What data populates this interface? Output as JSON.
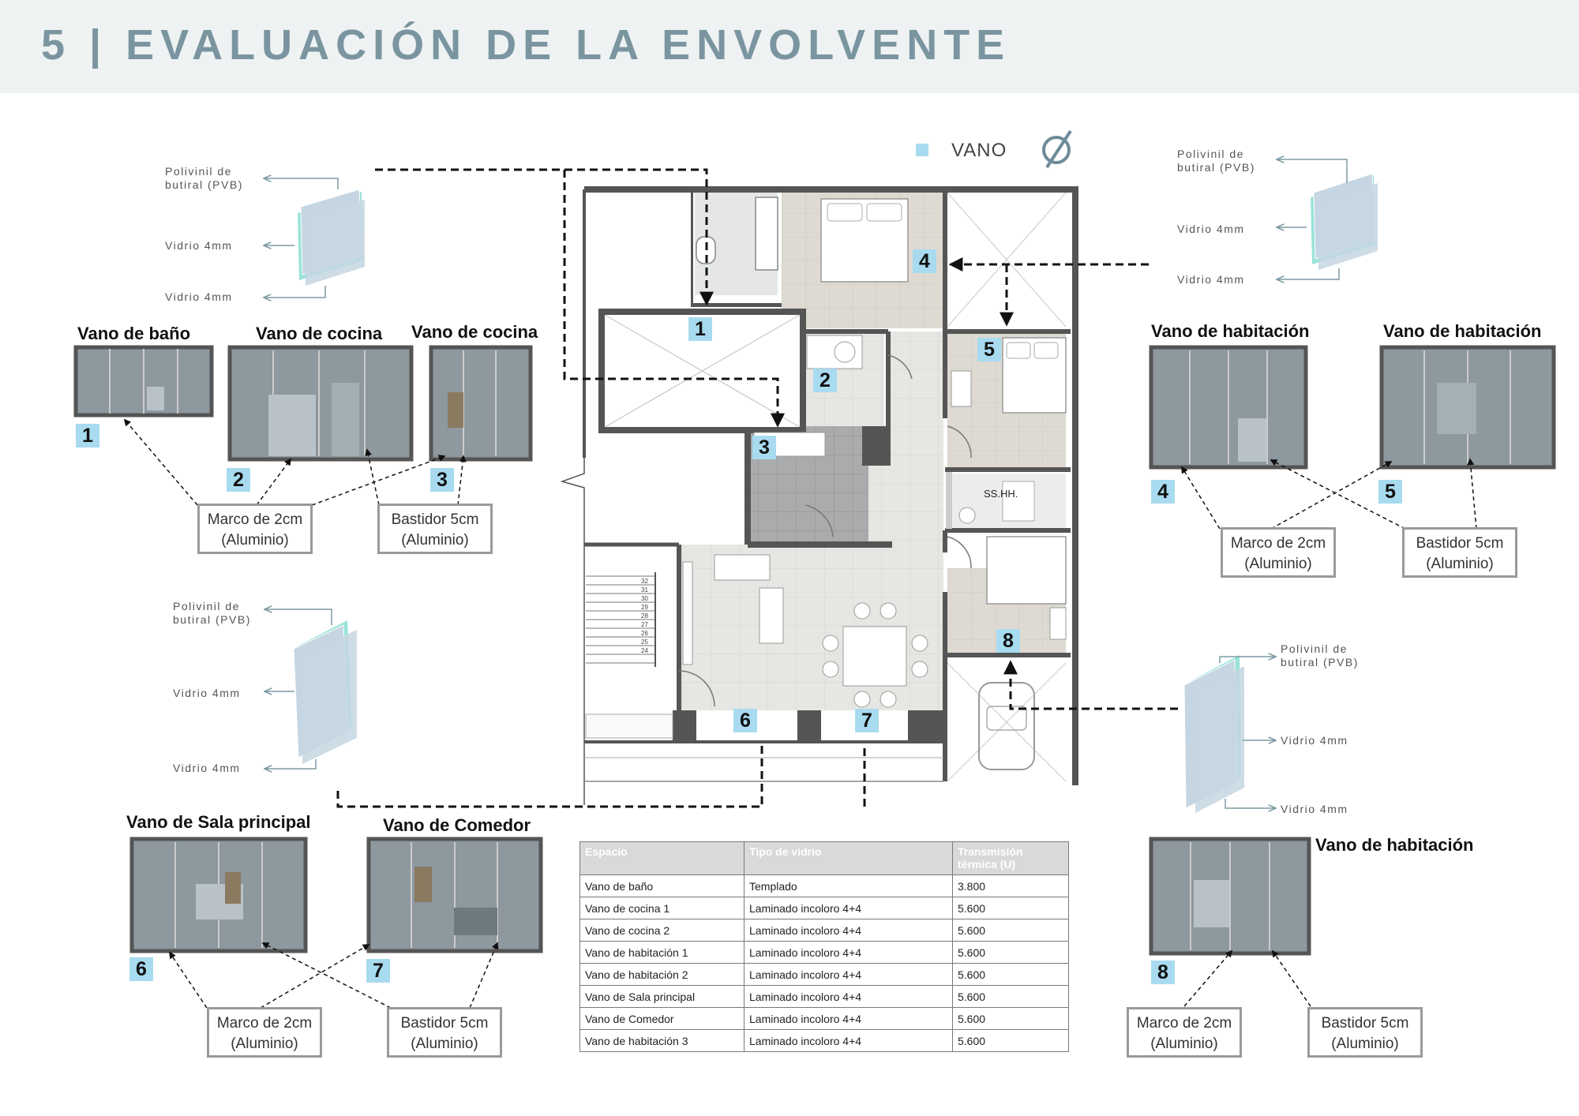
{
  "header": {
    "title": "5 | EVALUACIÓN DE LA ENVOLVENTE"
  },
  "legend": {
    "label": "VANO",
    "symbol": "∅"
  },
  "windows": [
    {
      "id": "1",
      "label": "Vano de baño"
    },
    {
      "id": "2",
      "label": "Vano de cocina"
    },
    {
      "id": "3",
      "label": "Vano de cocina"
    },
    {
      "id": "4",
      "label": "Vano de habitación"
    },
    {
      "id": "5",
      "label": "Vano de habitación"
    },
    {
      "id": "6",
      "label": "Vano de Sala principal"
    },
    {
      "id": "7",
      "label": "Vano de Comedor"
    },
    {
      "id": "8",
      "label": "Vano de habitación"
    }
  ],
  "callouts": {
    "marco": {
      "line1": "Marco de 2cm",
      "line2": "(Aluminio)"
    },
    "bastidor": {
      "line1": "Bastidor 5cm",
      "line2": "(Aluminio)"
    }
  },
  "glass_layers": {
    "pvb_line1": "Polivinil de",
    "pvb_line2": "butiral (PVB)",
    "glass": "Vidrio 4mm"
  },
  "floor_plan": {
    "room_label": "SS.HH.",
    "stair_numbers": [
      "32",
      "31",
      "30",
      "29",
      "28",
      "27",
      "26",
      "25",
      "24"
    ]
  },
  "table": {
    "headers": [
      "Espacio",
      "Tipo de vidrio",
      "Transmisión térmica (U)"
    ],
    "rows": [
      [
        "Vano de baño",
        "Templado",
        "3.800"
      ],
      [
        "Vano de cocina 1",
        "Laminado incoloro 4+4",
        "5.600"
      ],
      [
        "Vano de cocina 2",
        "Laminado incoloro 4+4",
        "5.600"
      ],
      [
        "Vano de habitación 1",
        "Laminado incoloro 4+4",
        "5.600"
      ],
      [
        "Vano de habitación 2",
        "Laminado incoloro 4+4",
        "5.600"
      ],
      [
        "Vano de Sala principal",
        "Laminado incoloro 4+4",
        "5.600"
      ],
      [
        "Vano de Comedor",
        "Laminado incoloro 4+4",
        "5.600"
      ],
      [
        "Vano de habitación 3",
        "Laminado incoloro 4+4",
        "5.600"
      ]
    ]
  },
  "colors": {
    "title": "#7a95a0",
    "accent_blue": "#a8dbef",
    "wall": "#4f4f4f",
    "floor": "#dedad2",
    "glass": "#c5d6e2",
    "pvb": "#8fe0d5",
    "frame": "#6e6e6e"
  }
}
